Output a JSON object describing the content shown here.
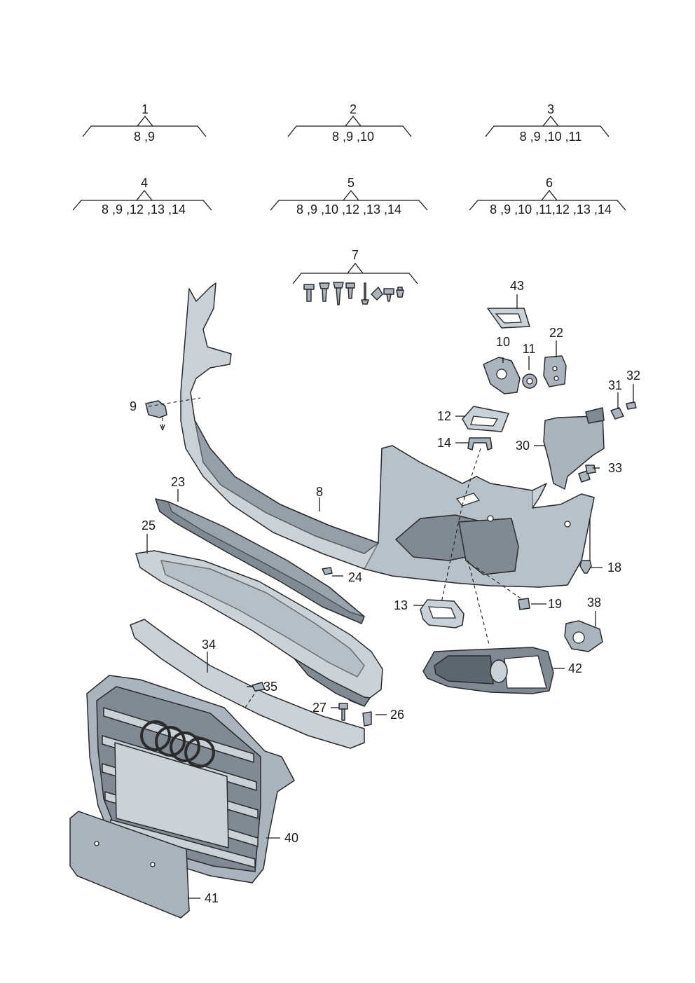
{
  "kits": [
    {
      "id": "1",
      "contents": "8 ,9"
    },
    {
      "id": "2",
      "contents": "8 ,9 ,10"
    },
    {
      "id": "3",
      "contents": "8 ,9 ,10 ,11"
    },
    {
      "id": "4",
      "contents": "8 ,9 ,12 ,13 ,14"
    },
    {
      "id": "5",
      "contents": "8 ,9 ,10 ,12 ,13 ,14"
    },
    {
      "id": "6",
      "contents": "8 ,9 ,10 ,11,12 ,13 ,14"
    },
    {
      "id": "7",
      "contents": ""
    }
  ],
  "callouts": {
    "p8": "8",
    "p9": "9",
    "p10": "10",
    "p11": "11",
    "p12": "12",
    "p13": "13",
    "p14": "14",
    "p18": "18",
    "p19": "19",
    "p22": "22",
    "p23": "23",
    "p24": "24",
    "p25": "25",
    "p26": "26",
    "p27": "27",
    "p30": "30",
    "p31": "31",
    "p32": "32",
    "p33": "33",
    "p34": "34",
    "p35": "35",
    "p38": "38",
    "p40": "40",
    "p41": "41",
    "p42": "42",
    "p43": "43"
  },
  "colors": {
    "ink": "#1a1a1a",
    "part_light": "#c9d1d9",
    "part_mid": "#a9b4be",
    "part_dark": "#7f8a95"
  }
}
